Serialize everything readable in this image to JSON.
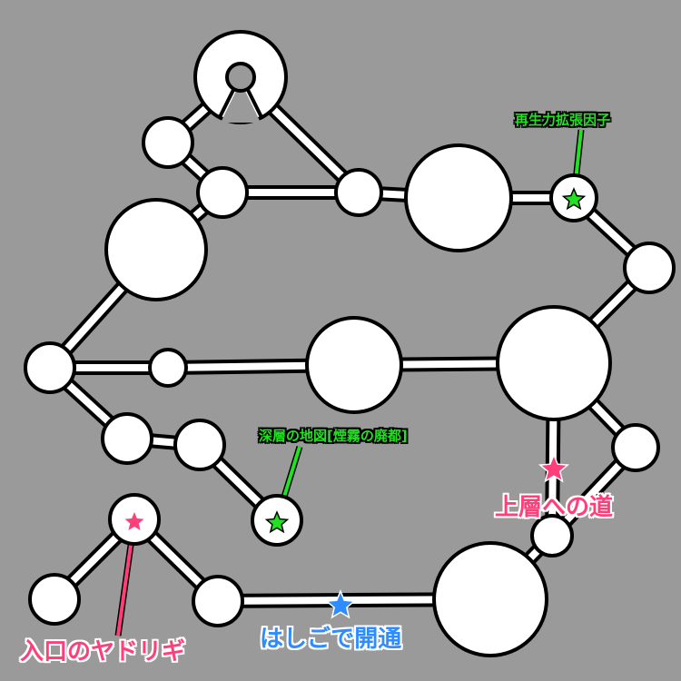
{
  "labels": {
    "regen_factor": "再生力拡張因子",
    "deep_map": "深層の地図[煙霧の廃都]",
    "upper_path": "上層への道",
    "ladder_open": "はしごで開通",
    "entrance": "入口のヤドリギ"
  },
  "colors": {
    "green": "#22e022",
    "pink": "#ff3f7a",
    "blue": "#2f8cff",
    "background": "#9a9a9a"
  }
}
